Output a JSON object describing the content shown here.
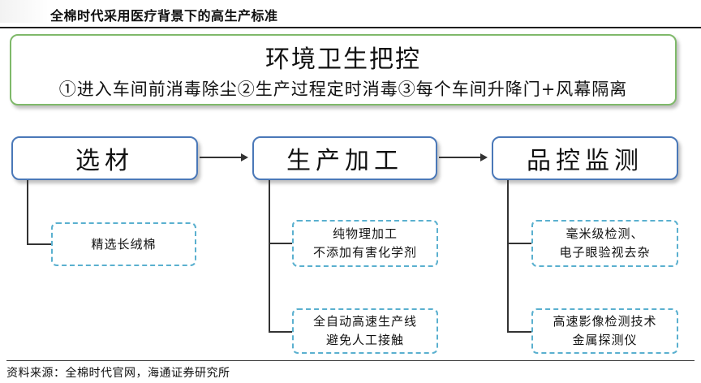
{
  "header": {
    "title": "全棉时代采用医疗背景下的高生产标准"
  },
  "environment": {
    "title": "环境卫生把控",
    "description": "①进入车间前消毒除尘②生产过程定时消毒③每个车间升降门+风幕隔离"
  },
  "stages": [
    {
      "label": "选材",
      "details": [
        {
          "lines": [
            "精选长绒棉"
          ]
        }
      ]
    },
    {
      "label": "生产加工",
      "details": [
        {
          "lines": [
            "纯物理加工",
            "不添加有害化学剂"
          ]
        },
        {
          "lines": [
            "全自动高速生产线",
            "避免人工接触"
          ]
        }
      ]
    },
    {
      "label": "品控监测",
      "details": [
        {
          "lines": [
            "毫米级检测、",
            "电子眼验视去杂"
          ]
        },
        {
          "lines": [
            "高速影像检测技术",
            "金属探测仪"
          ]
        }
      ]
    }
  ],
  "footer": {
    "source": "资料来源：全棉时代官网，海通证券研究所"
  },
  "colors": {
    "environment_border": "#7fb96a",
    "stage_border": "#4a78b8",
    "detail_border": "#5ab0cf"
  }
}
